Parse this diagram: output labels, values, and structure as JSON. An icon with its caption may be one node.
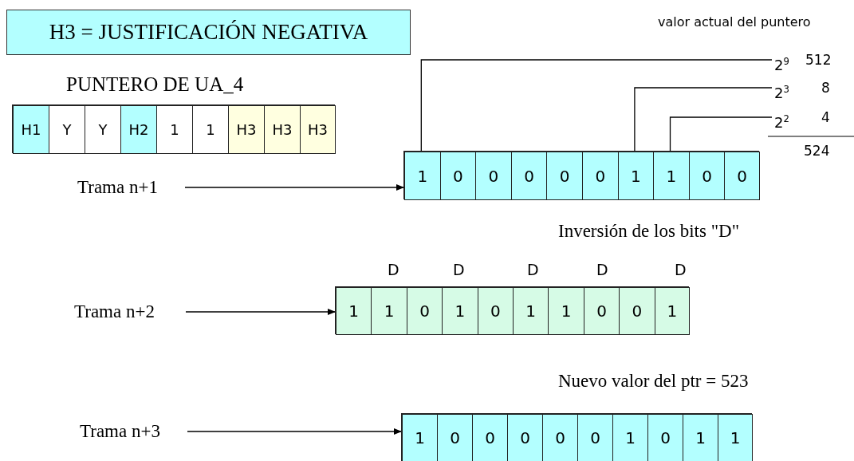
{
  "diagram": {
    "nodes": [
      {
        "text": [
          "H3 = JUSTIFICACIÓN NEGATIVA"
        ]
      },
      {
        "text": [],
        "shape": "box"
      },
      {
        "text": [
          "H1"
        ],
        "in": 1
      },
      {
        "text": [
          "Y"
        ],
        "in": 1
      },
      {
        "text": [
          "Y"
        ],
        "in": 1
      },
      {
        "text": [
          "H2"
        ],
        "in": 1
      },
      {
        "text": [
          "1"
        ],
        "in": 1
      },
      {
        "text": [
          "1"
        ],
        "in": 1
      },
      {
        "text": [
          "H3"
        ],
        "in": 1
      },
      {
        "text": [
          "H3"
        ],
        "in": 1
      },
      {
        "text": [
          "H3"
        ],
        "in": 1
      },
      {
        "text": [
          "Trama n+1"
        ]
      },
      {
        "text": [],
        "shape": "box"
      },
      {
        "text": [
          "1"
        ],
        "in": 12
      },
      {
        "text": [
          "0"
        ],
        "in": 12
      },
      {
        "text": [
          "0"
        ],
        "in": 12
      },
      {
        "text": [
          "0"
        ],
        "in": 12
      },
      {
        "text": [
          "0"
        ],
        "in": 12
      },
      {
        "text": [
          "0"
        ],
        "in": 12
      },
      {
        "text": [
          "1"
        ],
        "in": 12
      },
      {
        "text": [
          "1"
        ],
        "in": 12
      },
      {
        "text": [
          "0"
        ],
        "in": 12
      },
      {
        "text": [
          "0"
        ],
        "in": 12
      },
      {
        "text": [
          "2$^{9}$"
        ]
      },
      {
        "text": [
          "2$^{3}$"
        ]
      },
      {
        "text": [
          "2$^{2}$"
        ]
      },
      {
        "text": [
          "Trama n+2"
        ]
      },
      {
        "text": [],
        "shape": "box"
      },
      {
        "text": [
          "1"
        ],
        "in": 27
      },
      {
        "text": [
          "1"
        ],
        "in": 27
      },
      {
        "text": [
          "0"
        ],
        "in": 27
      },
      {
        "text": [
          "1"
        ],
        "in": 27
      },
      {
        "text": [
          "0"
        ],
        "in": 27
      },
      {
        "text": [
          "1"
        ],
        "in": 27
      },
      {
        "text": [
          "1"
        ],
        "in": 27
      },
      {
        "text": [
          "0"
        ],
        "in": 27
      },
      {
        "text": [
          "0"
        ],
        "in": 27
      },
      {
        "text": [
          "1"
        ],
        "in": 27
      },
      {
        "text": [
          "Trama n+3"
        ]
      },
      {
        "text": [],
        "shape": "box"
      },
      {
        "text": [
          "1"
        ],
        "in": 39
      },
      {
        "text": [
          "0"
        ],
        "in": 39
      },
      {
        "text": [
          "0"
        ],
        "in": 39
      },
      {
        "text": [
          "0"
        ],
        "in": 39
      },
      {
        "text": [
          "0"
        ],
        "in": 39
      },
      {
        "text": [
          "0"
        ],
        "in": 39
      },
      {
        "text": [
          "1"
        ],
        "in": 39
      },
      {
        "text": [
          "0"
        ],
        "in": 39
      },
      {
        "text": [
          "1"
        ],
        "in": 39
      },
      {
        "text": [
          "1"
        ],
        "in": 39
      }
    ],
    "edges": [
      {
        "from": 11,
        "to": 12,
        "arrow": "to"
      },
      {
        "from": 13,
        "to": 23,
        "arrow": "none"
      },
      {
        "from": 19,
        "to": 24,
        "arrow": "none"
      },
      {
        "from": 20,
        "to": 25,
        "arrow": "none"
      },
      {
        "from": 26,
        "to": 27,
        "arrow": "to"
      },
      {
        "from": 38,
        "to": 39,
        "arrow": "to"
      }
    ],
    "labels": [
      "valor actual del puntero",
      "PUNTERO DE UA_4",
      "512",
      "8",
      "4",
      "524",
      "Inversión de los bits \"D\"",
      "D",
      "D",
      "D",
      "D",
      "D",
      "Nuevo valor del ptr = 523"
    ]
  }
}
